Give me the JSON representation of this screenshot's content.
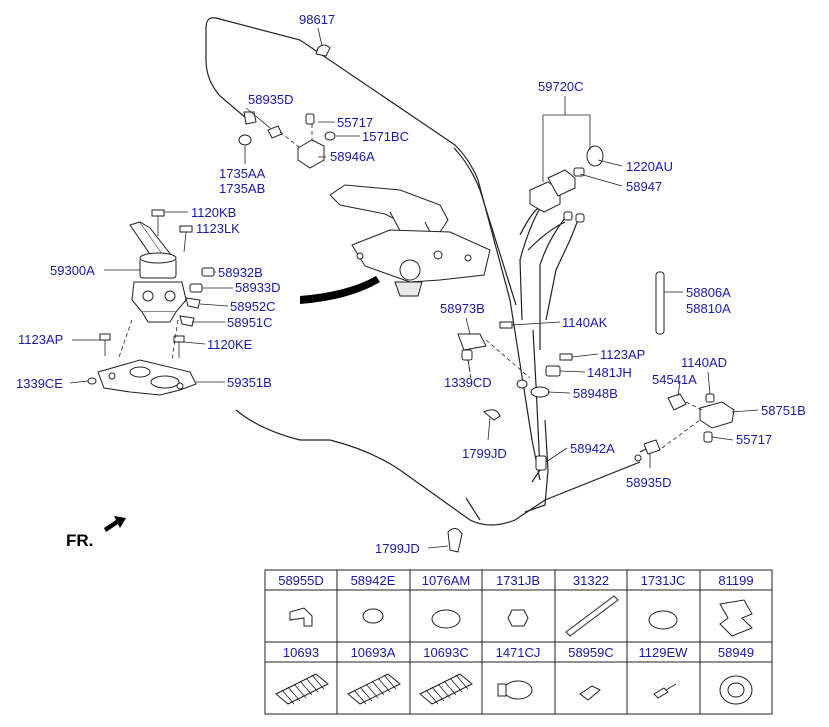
{
  "labels": {
    "p98617": "98617",
    "p58935D_top": "58935D",
    "p55717_top": "55717",
    "p1571BC": "1571BC",
    "p58946A": "58946A",
    "p1735AA": "1735AA",
    "p1735AB": "1735AB",
    "p59720C": "59720C",
    "p1220AU": "1220AU",
    "p58947": "58947",
    "p1120KB": "1120KB",
    "p1123LK": "1123LK",
    "p59300A": "59300A",
    "p58932B": "58932B",
    "p58933D": "58933D",
    "p58952C": "58952C",
    "p58951C": "58951C",
    "p1123AP_left": "1123AP",
    "p1120KE": "1120KE",
    "p1339CE": "1339CE",
    "p59351B": "59351B",
    "p58806A": "58806A",
    "p58810A": "58810A",
    "p58973B": "58973B",
    "p1140AK": "1140AK",
    "p1123AP_mid": "1123AP",
    "p1481JH": "1481JH",
    "p1339CD": "1339CD",
    "p58948B": "58948B",
    "p1140AD": "1140AD",
    "p54541A": "54541A",
    "p58751B": "58751B",
    "p55717_right": "55717",
    "p1799JD_mid": "1799JD",
    "p58942A": "58942A",
    "p58935D_right": "58935D",
    "p1799JD_bottom": "1799JD",
    "front_marker": "FR."
  },
  "parts_table": {
    "row1": [
      {
        "label": "58955D",
        "icon": "elbow-fitting-icon"
      },
      {
        "label": "58942E",
        "icon": "plug-cap-icon"
      },
      {
        "label": "1076AM",
        "icon": "plug-cap-icon"
      },
      {
        "label": "1731JB",
        "icon": "nut-icon"
      },
      {
        "label": "31322",
        "icon": "tube-icon"
      },
      {
        "label": "1731JC",
        "icon": "plug-cap-icon"
      },
      {
        "label": "81199",
        "icon": "clip-block-icon"
      }
    ],
    "row2": [
      {
        "label": "10693",
        "icon": "corrugated-tube-icon"
      },
      {
        "label": "10693A",
        "icon": "corrugated-tube-icon"
      },
      {
        "label": "10693C",
        "icon": "corrugated-tube-icon"
      },
      {
        "label": "1471CJ",
        "icon": "hose-clamp-icon"
      },
      {
        "label": "58959C",
        "icon": "fitting-icon"
      },
      {
        "label": "1129EW",
        "icon": "bolt-icon"
      },
      {
        "label": "58949",
        "icon": "grommet-icon"
      }
    ]
  }
}
